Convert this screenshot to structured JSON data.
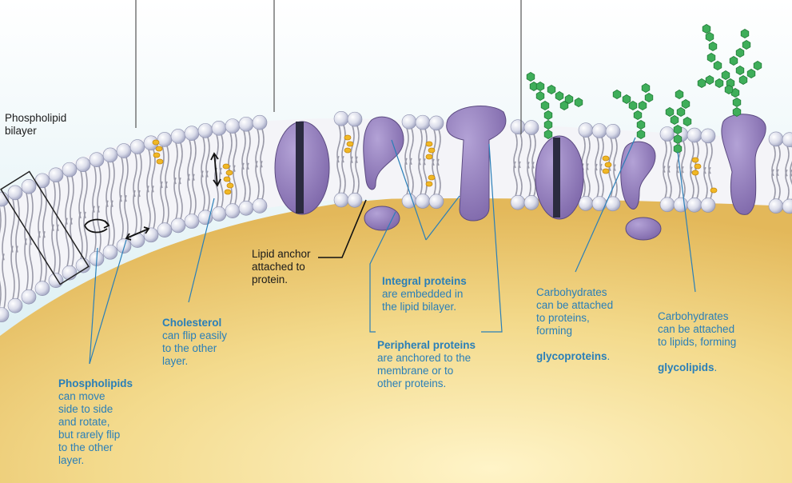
{
  "colors": {
    "cytoplasm": "#f2d98a",
    "exterior": "#d8eef2",
    "label_blue": "#2a7fb8",
    "label_black": "#1a1a1a",
    "protein": "#8f79b8",
    "sugar": "#3fae5a",
    "cholesterol": "#f0b825"
  },
  "labels": {
    "phospholipid_bilayer": "Phospholipid\nbilayer",
    "phospholipids_bold": "Phospholipids",
    "phospholipids_text": "can move\nside to side\nand rotate,\nbut rarely flip\nto the other\nlayer.",
    "cholesterol_bold": "Cholesterol",
    "cholesterol_text": "can flip easily\nto the other\nlayer.",
    "lipid_anchor": "Lipid anchor\nattached to\nprotein.",
    "integral_bold": "Integral proteins",
    "integral_text": "are embedded in\nthe lipid bilayer.",
    "peripheral_bold": "Peripheral proteins",
    "peripheral_text": "are anchored to the\nmembrane or to\nother proteins.",
    "glycoproteins_text": "Carbohydrates\ncan be attached\nto proteins,\nforming",
    "glycoproteins_bold": "glycoproteins",
    "glycolipids_text": "Carbohydrates\ncan be attached\nto lipids, forming",
    "glycolipids_bold": "glycolipids",
    "period": "."
  }
}
